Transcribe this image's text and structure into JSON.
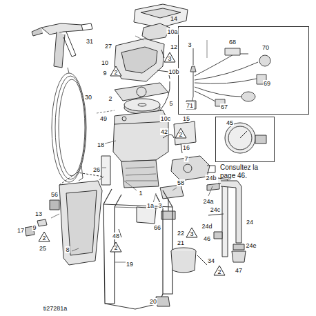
{
  "diagram": {
    "nodes": [
      {
        "text": [
          "3",
          "68",
          "70",
          "69",
          "67",
          "71"
        ]
      },
      {
        "text": [
          "45"
        ]
      }
    ],
    "labels": [
      "31",
      "30",
      "14",
      "10a",
      "27",
      "12",
      "3",
      "10",
      "9",
      "2",
      "10b",
      "2",
      "5",
      "10c",
      "49",
      "18",
      "26",
      "15",
      "2",
      "16",
      "42",
      "7",
      "Consultez la page 46.",
      "1",
      "1a",
      "58",
      "24b",
      "24a",
      "24c",
      "24",
      "24d",
      "46",
      "24e",
      "47",
      "56",
      "17",
      "13",
      "9",
      "2",
      "25",
      "8",
      "3",
      "66",
      "22",
      "3",
      "48",
      "2",
      "19",
      "21",
      "34",
      "2",
      "20",
      "ti27281a"
    ]
  }
}
